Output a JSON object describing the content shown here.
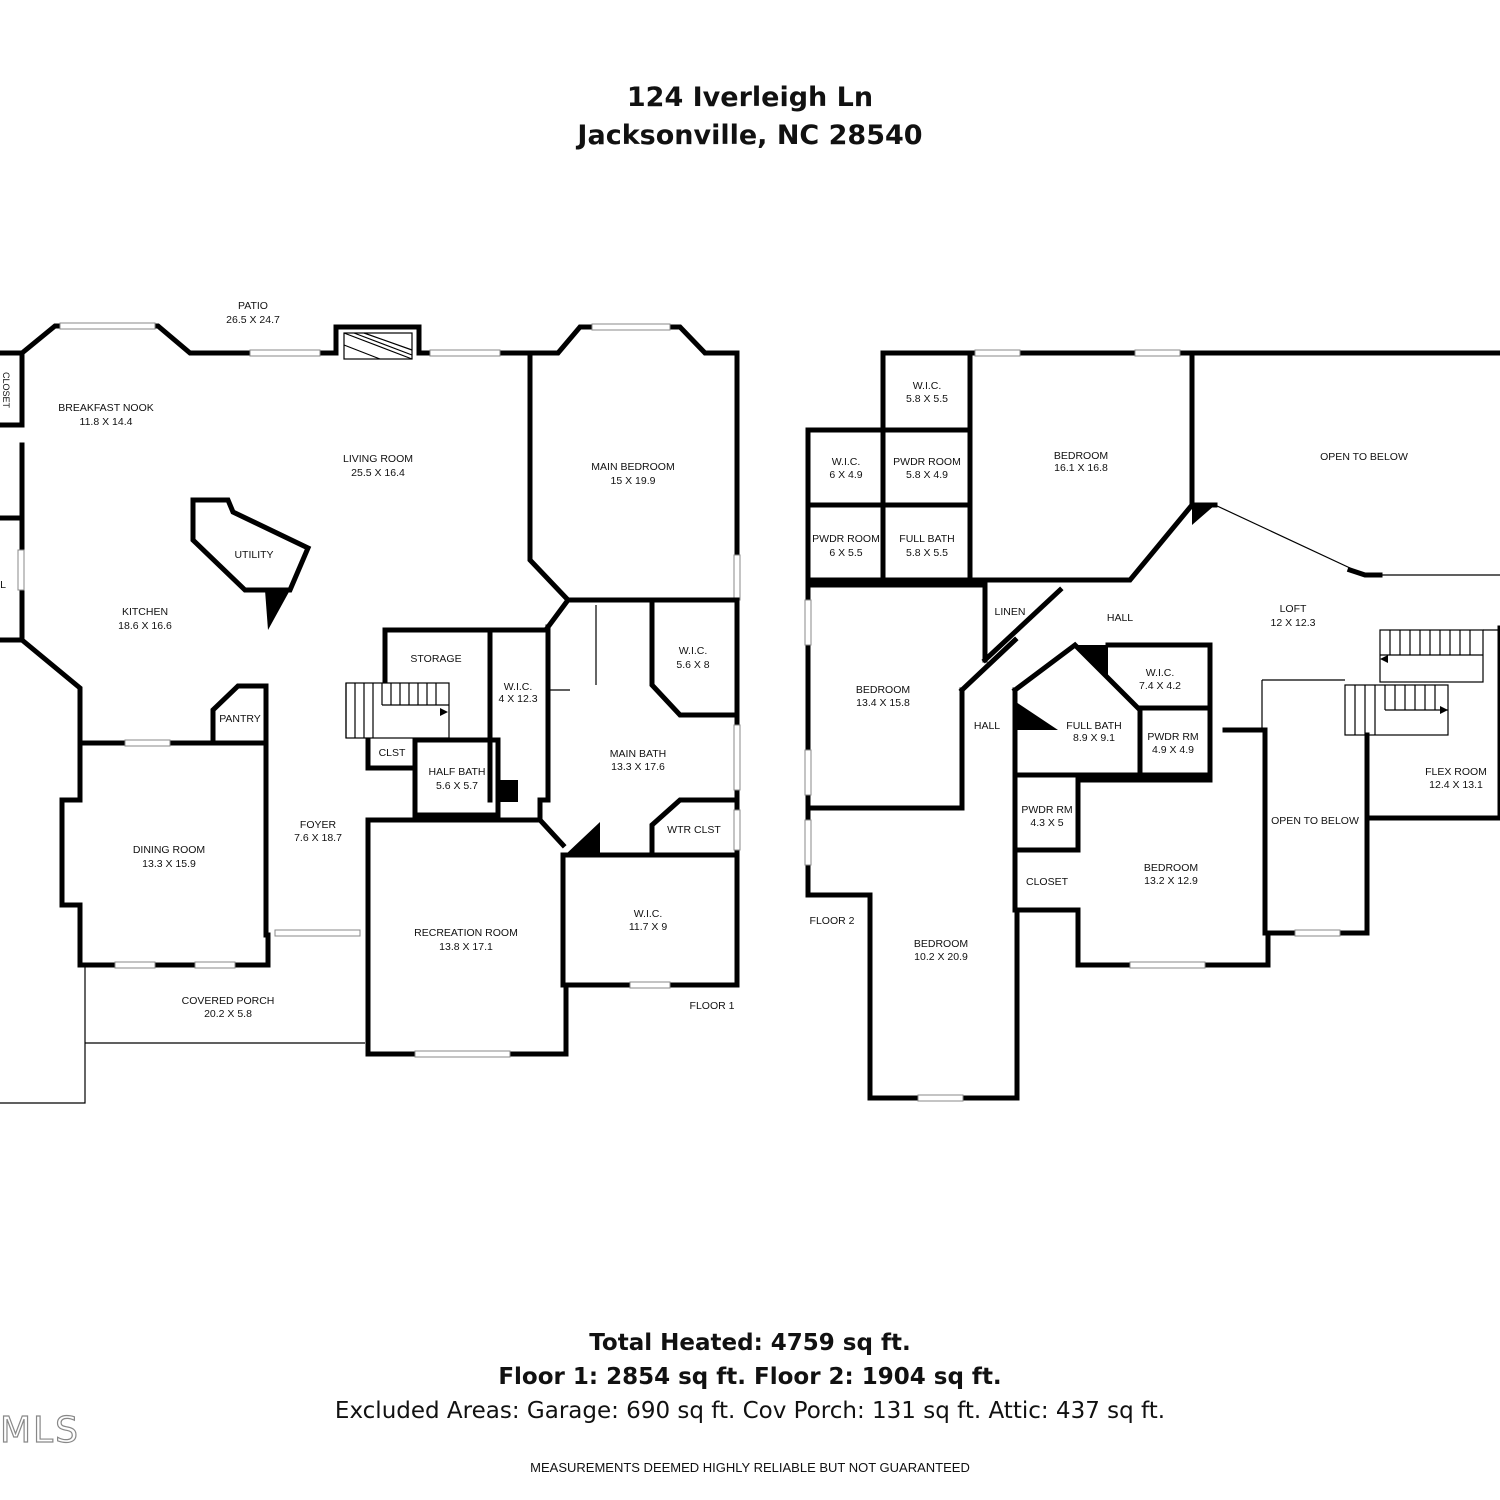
{
  "header": {
    "address_line1": "124 Iverleigh Ln",
    "address_line2": "Jacksonville, NC 28540"
  },
  "floors": {
    "floor1": "FLOOR 1",
    "floor2": "FLOOR 2"
  },
  "rooms_floor1": {
    "patio": {
      "name": "PATIO",
      "dims": "26.5 X 24.7"
    },
    "closet": {
      "name": "CLOSET"
    },
    "breakfast_nook": {
      "name": "BREAKFAST NOOK",
      "dims": "11.8 X 14.4"
    },
    "living_room": {
      "name": "LIVING ROOM",
      "dims": "25.5 X 16.4"
    },
    "main_bedroom": {
      "name": "MAIN BEDROOM",
      "dims": "15 X 19.9"
    },
    "utility": {
      "name": "UTILITY"
    },
    "kitchen": {
      "name": "KITCHEN",
      "dims": "18.6 X 16.6"
    },
    "storage": {
      "name": "STORAGE"
    },
    "wic_a": {
      "name": "W.I.C.",
      "dims": "4 X 12.3"
    },
    "wic_b": {
      "name": "W.I.C.",
      "dims": "5.6 X 8"
    },
    "pantry": {
      "name": "PANTRY"
    },
    "main_bath": {
      "name": "MAIN BATH",
      "dims": "13.3 X 17.6"
    },
    "clst": {
      "name": "CLST"
    },
    "half_bath": {
      "name": "HALF BATH",
      "dims": "5.6 X 5.7"
    },
    "foyer": {
      "name": "FOYER",
      "dims": "7.6 X 18.7"
    },
    "dining_room": {
      "name": "DINING ROOM",
      "dims": "13.3 X 15.9"
    },
    "wtr_clst": {
      "name": "WTR CLST"
    },
    "wic_c": {
      "name": "W.I.C.",
      "dims": "11.7 X 9"
    },
    "recreation_room": {
      "name": "RECREATION ROOM",
      "dims": "13.8 X 17.1"
    },
    "covered_porch": {
      "name": "COVERED PORCH",
      "dims": "20.2 X 5.8"
    },
    "edge_l": {
      "name": "L"
    }
  },
  "rooms_floor2": {
    "wic_a": {
      "name": "W.I.C.",
      "dims": "5.8 X 5.5"
    },
    "wic_b": {
      "name": "W.I.C.",
      "dims": "6 X 4.9"
    },
    "pwdr_room_a": {
      "name": "PWDR ROOM",
      "dims": "5.8 X 4.9"
    },
    "bedroom_a": {
      "name": "BEDROOM",
      "dims": "16.1 X 16.8"
    },
    "open_below_a": {
      "name": "OPEN TO BELOW"
    },
    "pwdr_room_b": {
      "name": "PWDR ROOM",
      "dims": "6 X 5.5"
    },
    "full_bath_a": {
      "name": "FULL BATH",
      "dims": "5.8 X 5.5"
    },
    "linen": {
      "name": "LINEN"
    },
    "hall_a": {
      "name": "HALL"
    },
    "loft": {
      "name": "LOFT",
      "dims": "12 X 12.3"
    },
    "wic_c": {
      "name": "W.I.C.",
      "dims": "7.4 X 4.2"
    },
    "bedroom_b": {
      "name": "BEDROOM",
      "dims": "13.4 X 15.8"
    },
    "hall_b": {
      "name": "HALL"
    },
    "full_bath_b": {
      "name": "FULL BATH",
      "dims": "8.9 X 9.1"
    },
    "pwdr_rm_a": {
      "name": "PWDR RM",
      "dims": "4.9 X 4.9"
    },
    "flex_room": {
      "name": "FLEX ROOM",
      "dims": "12.4 X 13.1"
    },
    "pwdr_rm_b": {
      "name": "PWDR RM",
      "dims": "4.3 X 5"
    },
    "open_below_b": {
      "name": "OPEN TO BELOW"
    },
    "bedroom_c": {
      "name": "BEDROOM",
      "dims": "13.2 X 12.9"
    },
    "closet": {
      "name": "CLOSET"
    },
    "bedroom_d": {
      "name": "BEDROOM",
      "dims": "10.2 X 20.9"
    }
  },
  "summary": {
    "total_heated": "Total Heated: 4759 sq ft.",
    "floor_areas": "Floor 1: 2854 sq ft. Floor 2: 1904 sq ft.",
    "excluded": "Excluded Areas: Garage: 690 sq ft. Cov Porch: 131 sq ft. Attic: 437 sq ft."
  },
  "disclaimer": "MEASUREMENTS DEEMED HIGHLY RELIABLE BUT NOT GUARANTEED",
  "watermark": "MLS"
}
